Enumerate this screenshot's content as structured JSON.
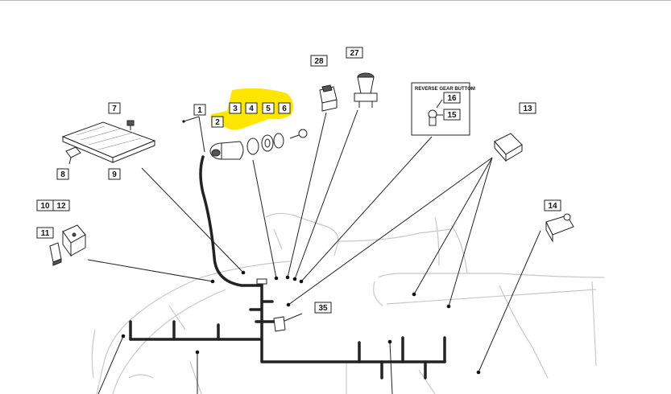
{
  "diagram": {
    "inset_title": "REVERSE GEAR BUTTOM",
    "highlight_color": "#ffe600",
    "callouts": [
      {
        "id": "c1",
        "label": "1"
      },
      {
        "id": "c2",
        "label": "2"
      },
      {
        "id": "c3",
        "label": "3"
      },
      {
        "id": "c4",
        "label": "4"
      },
      {
        "id": "c5",
        "label": "5"
      },
      {
        "id": "c6",
        "label": "6"
      },
      {
        "id": "c7",
        "label": "7"
      },
      {
        "id": "c8",
        "label": "8"
      },
      {
        "id": "c9",
        "label": "9"
      },
      {
        "id": "c10",
        "label": "10"
      },
      {
        "id": "c11",
        "label": "11"
      },
      {
        "id": "c12",
        "label": "12"
      },
      {
        "id": "c13",
        "label": "13"
      },
      {
        "id": "c14",
        "label": "14"
      },
      {
        "id": "c15",
        "label": "15"
      },
      {
        "id": "c16",
        "label": "16"
      },
      {
        "id": "c27",
        "label": "27"
      },
      {
        "id": "c28",
        "label": "28"
      },
      {
        "id": "c35",
        "label": "35"
      }
    ]
  }
}
